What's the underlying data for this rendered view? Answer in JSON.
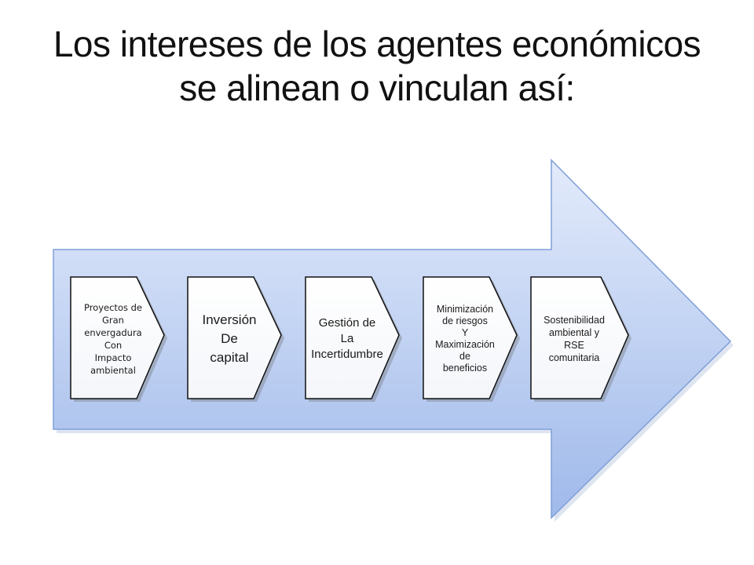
{
  "slide": {
    "title_line1": "Los  intereses de  los agentes económicos",
    "title_line2": "se alinean o vinculan así:"
  },
  "diagram": {
    "arrow_colors": {
      "top": "#e3ebfb",
      "bottom": "#9fb9ea",
      "border": "#7f9fd8"
    },
    "steps": [
      {
        "text": "Proyectos de\nGran\nenvergadura\nCon\nImpacto\nambiental"
      },
      {
        "text": "Inversión\nDe\ncapital"
      },
      {
        "text": "Gestión de\nLa\nIncertidumbre"
      },
      {
        "text": "Minimización\nde riesgos\nY\nMaximización\nde\nbeneficios"
      },
      {
        "text": "Sostenibilidad\nambiental y\nRSE\ncomunitaria"
      }
    ]
  }
}
